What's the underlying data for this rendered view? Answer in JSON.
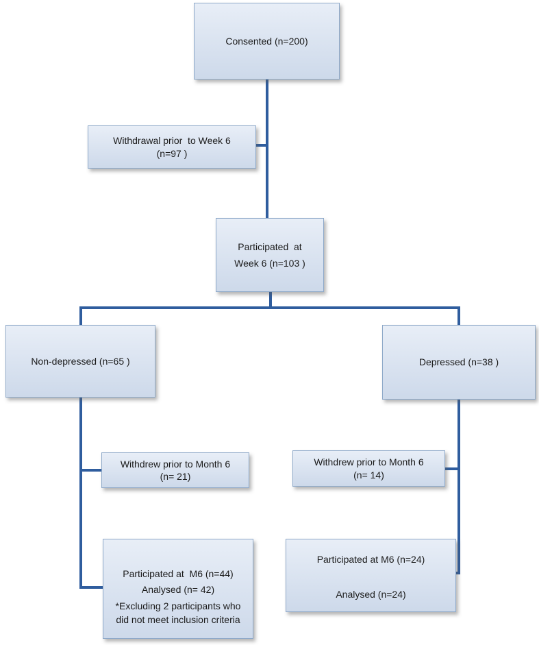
{
  "boxes": {
    "consented": [
      "Consented (n=200)"
    ],
    "withdrawal_week6": [
      "Withdrawal prior  to Week 6",
      "(n=97 )"
    ],
    "participated_week6": [
      "Participated  at",
      "Week 6 (n=103 )"
    ],
    "non_depressed": [
      "Non-depressed (n=65 )"
    ],
    "depressed": [
      "Depressed (n=38 )"
    ],
    "withdrew_m6_left": [
      "Withdrew prior to Month 6",
      "(n= 21)"
    ],
    "withdrew_m6_right": [
      "Withdrew prior to Month 6",
      "(n= 14)"
    ],
    "participated_m6_left": [
      "Participated at  M6 (n=44)",
      "Analysed (n= 42)",
      "*Excluding 2 participants who",
      "did not meet inclusion criteria"
    ],
    "participated_m6_right": [
      "Participated at M6 (n=24)",
      "Analysed (n=24)"
    ]
  },
  "colors": {
    "connector": "#2f5d9e",
    "box_border": "#8ea9c9",
    "box_fill_top": "#e8eef7",
    "box_fill_bottom": "#cdd9ea"
  }
}
